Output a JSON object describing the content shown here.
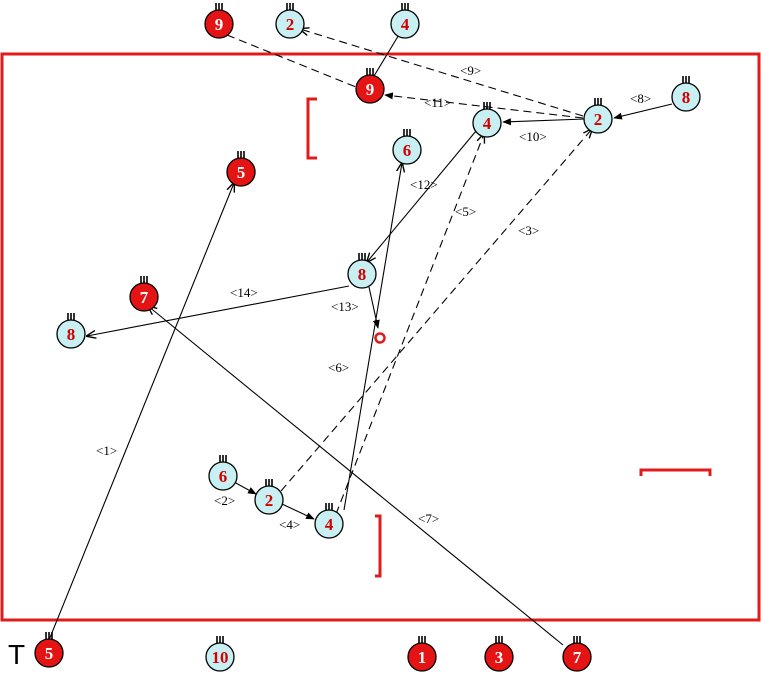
{
  "colors": {
    "field": "#e01b1b",
    "team_a_fill": "#c8f0f2",
    "team_a_number": "#d40000",
    "team_b_fill": "#e41414",
    "team_b_number": "#ffffff",
    "line": "#000000"
  },
  "legend_mark": "T",
  "players": [
    {
      "id": "a9",
      "number": "9",
      "team": "b"
    },
    {
      "id": "a2",
      "number": "2",
      "team": "a"
    },
    {
      "id": "a4",
      "number": "4",
      "team": "a"
    },
    {
      "id": "a9b",
      "number": "9",
      "team": "b"
    },
    {
      "id": "a8r",
      "number": "8",
      "team": "a"
    },
    {
      "id": "a2r",
      "number": "2",
      "team": "a"
    },
    {
      "id": "a4t",
      "number": "4",
      "team": "a"
    },
    {
      "id": "a6t",
      "number": "6",
      "team": "a"
    },
    {
      "id": "a5",
      "number": "5",
      "team": "b"
    },
    {
      "id": "a7",
      "number": "7",
      "team": "b"
    },
    {
      "id": "a8m",
      "number": "8",
      "team": "a"
    },
    {
      "id": "a8l",
      "number": "8",
      "team": "a"
    },
    {
      "id": "a6b",
      "number": "6",
      "team": "a"
    },
    {
      "id": "a2b",
      "number": "2",
      "team": "a"
    },
    {
      "id": "a4b",
      "number": "4",
      "team": "a"
    },
    {
      "id": "a5b",
      "number": "5",
      "team": "b"
    },
    {
      "id": "a10",
      "number": "10",
      "team": "a"
    },
    {
      "id": "a1",
      "number": "1",
      "team": "b"
    },
    {
      "id": "a3",
      "number": "3",
      "team": "b"
    },
    {
      "id": "a7b",
      "number": "7",
      "team": "b"
    }
  ],
  "steps": [
    {
      "id": "s1",
      "label": "<1>",
      "style": "solid"
    },
    {
      "id": "s2",
      "label": "<2>",
      "style": "solid"
    },
    {
      "id": "s3",
      "label": "<3>",
      "style": "dashed"
    },
    {
      "id": "s4",
      "label": "<4>",
      "style": "solid"
    },
    {
      "id": "s5",
      "label": "<5>",
      "style": "dashed"
    },
    {
      "id": "s6",
      "label": "<6>",
      "style": "solid"
    },
    {
      "id": "s7",
      "label": "<7>",
      "style": "solid"
    },
    {
      "id": "s8",
      "label": "<8>",
      "style": "solid"
    },
    {
      "id": "s9",
      "label": "<9>",
      "style": "dashed"
    },
    {
      "id": "s10",
      "label": "<10>",
      "style": "solid"
    },
    {
      "id": "s11",
      "label": "<11>",
      "style": "dashed"
    },
    {
      "id": "s12",
      "label": "<12>",
      "style": "solid"
    },
    {
      "id": "s13",
      "label": "<13>",
      "style": "solid"
    },
    {
      "id": "s14",
      "label": "<14>",
      "style": "solid"
    }
  ]
}
